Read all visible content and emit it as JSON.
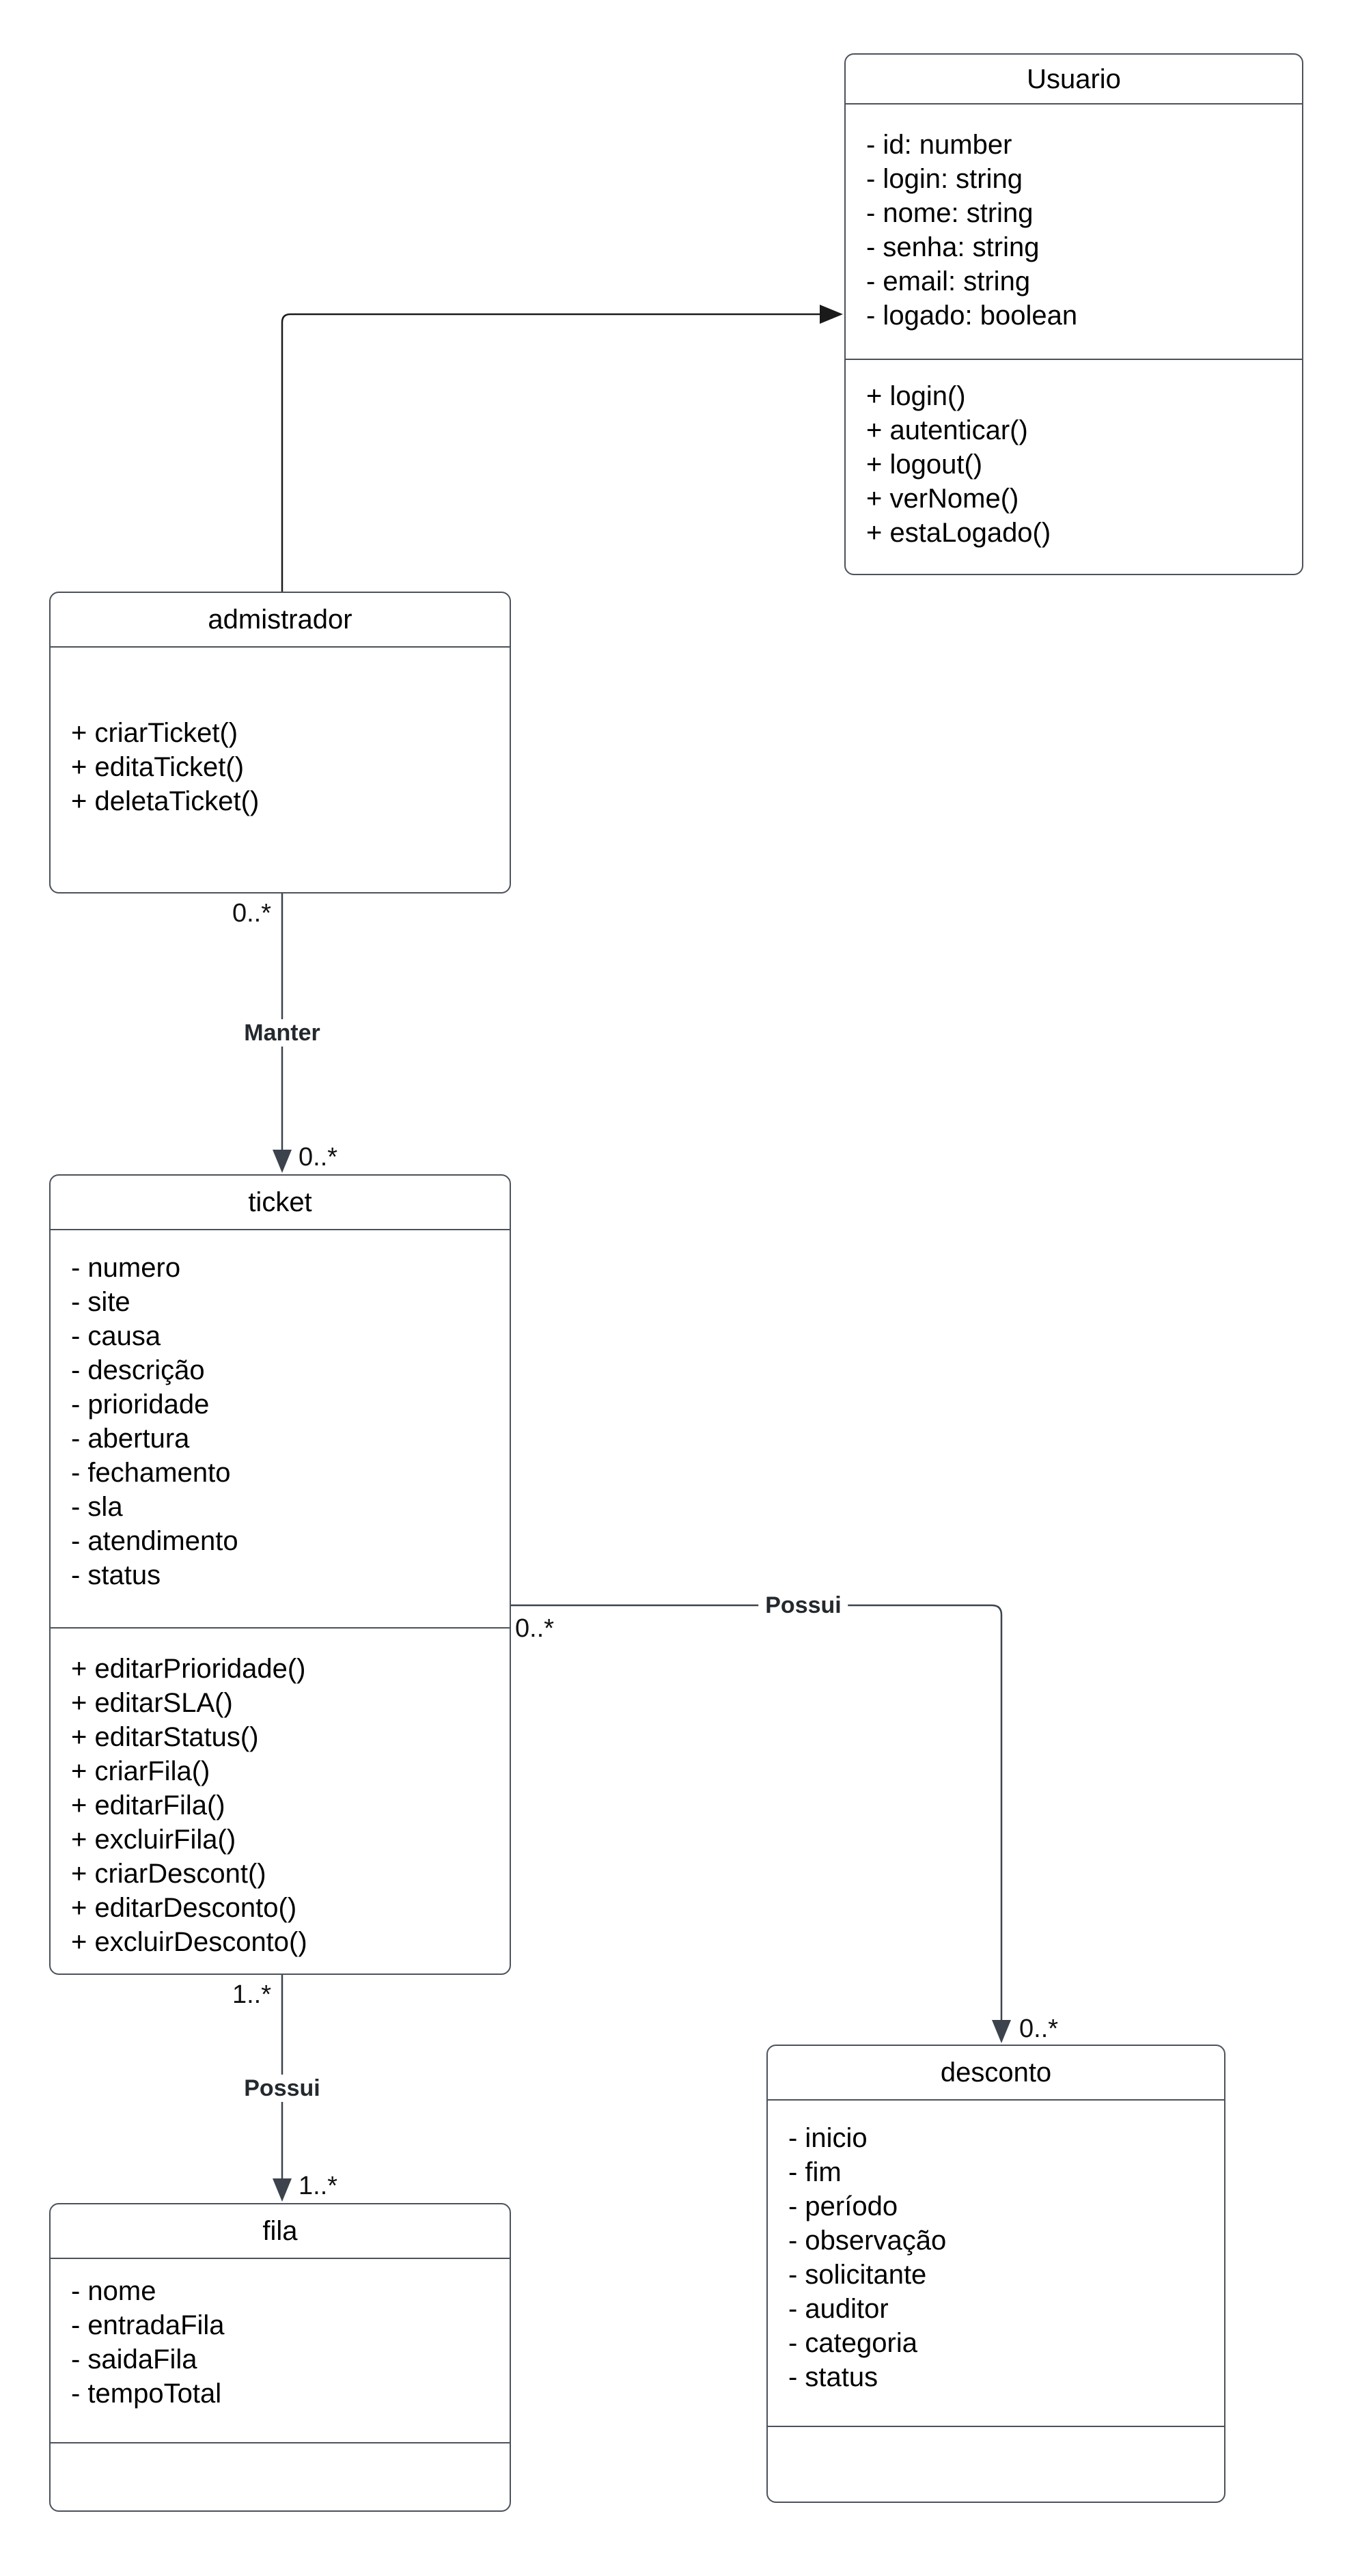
{
  "colors": {
    "edge_primary": "#1a1a1a",
    "edge_secondary": "#3c434d",
    "box_border": "#4c525a",
    "text": "#000000"
  },
  "classes": {
    "usuario": {
      "title": "Usuario",
      "attributes": [
        "- id: number",
        "- login: string",
        "- nome: string",
        "- senha: string",
        "- email: string",
        "- logado: boolean"
      ],
      "methods": [
        "+ login()",
        "+ autenticar()",
        "+ logout()",
        "+ verNome()",
        "+ estaLogado()"
      ]
    },
    "admistrador": {
      "title": "admistrador",
      "methods": [
        "+ criarTicket()",
        "+ editaTicket()",
        "+ deletaTicket()"
      ]
    },
    "ticket": {
      "title": "ticket",
      "attributes": [
        "- numero",
        "- site",
        "- causa",
        "- descrição",
        "- prioridade",
        "- abertura",
        "- fechamento",
        "- sla",
        "- atendimento",
        "- status"
      ],
      "methods": [
        "+ editarPrioridade()",
        "+ editarSLA()",
        "+ editarStatus()",
        "+ criarFila()",
        "+ editarFila()",
        "+ excluirFila()",
        "+ criarDescont()",
        "+ editarDesconto()",
        "+ excluirDesconto()"
      ]
    },
    "desconto": {
      "title": "desconto",
      "attributes": [
        "- inicio",
        "- fim",
        "- período",
        "- observação",
        "- solicitante",
        "- auditor",
        "- categoria",
        "- status"
      ]
    },
    "fila": {
      "title": "fila",
      "attributes": [
        "- nome",
        "- entradaFila",
        "- saidaFila",
        "- tempoTotal"
      ]
    }
  },
  "edges": {
    "manter": {
      "label": "Manter",
      "source_mult": "0..*",
      "target_mult": "0..*"
    },
    "possui_desconto": {
      "label": "Possui",
      "source_mult": "0..*",
      "target_mult": "0..*"
    },
    "possui_fila": {
      "label": "Possui",
      "source_mult": "1..*",
      "target_mult": "1..*"
    }
  }
}
